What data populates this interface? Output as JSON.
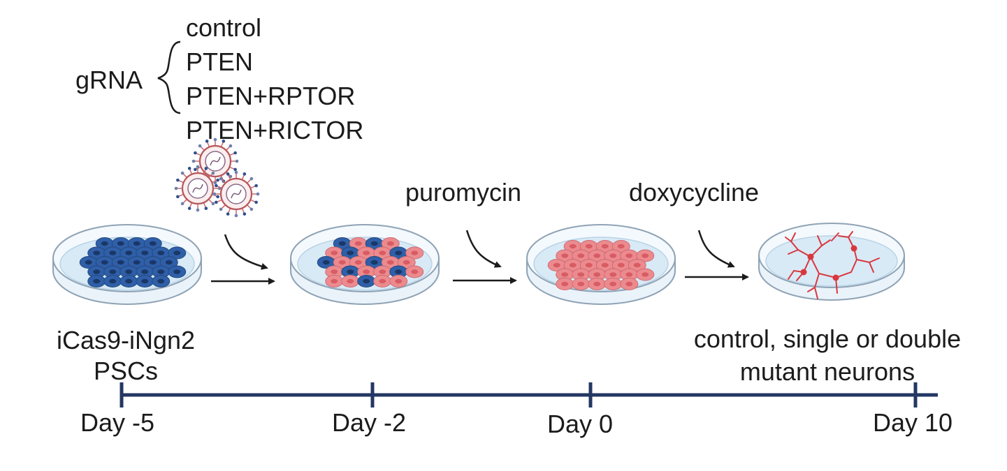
{
  "grna": {
    "label": "gRNA",
    "options": [
      "control",
      "PTEN",
      "PTEN+RPTOR",
      "PTEN+RICTOR"
    ]
  },
  "steps": {
    "puromycin": "puromycin",
    "doxycycline": "doxycycline"
  },
  "start_cells": {
    "line1": "iCas9-iNgn2",
    "line2": "PSCs"
  },
  "result": {
    "line1": "control, single or double",
    "line2": "mutant neurons"
  },
  "timeline": {
    "days": [
      "Day -5",
      "Day -2",
      "Day 0",
      "Day 10"
    ]
  },
  "colors": {
    "blue_cell": "#2f5fa8",
    "pink_cell": "#ec8b8f",
    "neuron": "#d9373f",
    "timeline": "#243763",
    "dish_edge": "#8fa3b5",
    "medium": "#d8eaf6"
  }
}
